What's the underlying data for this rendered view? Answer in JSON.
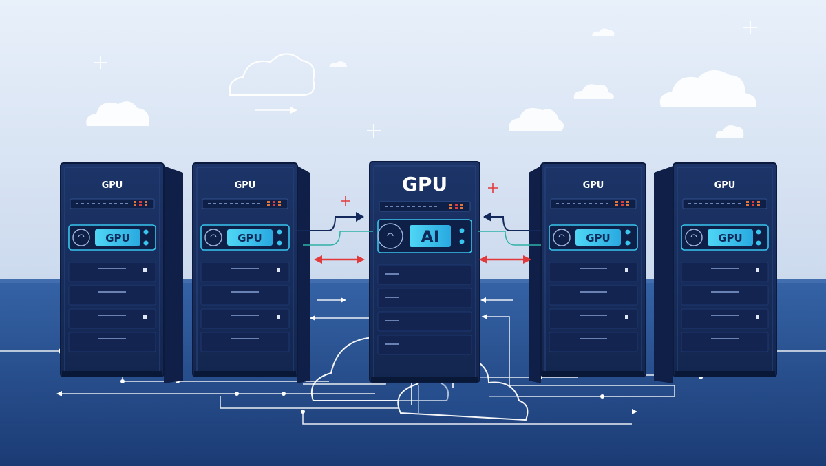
{
  "servers": [
    {
      "top_label": "GPU",
      "panel_label": "GPU"
    },
    {
      "top_label": "GPU",
      "panel_label": "GPU"
    },
    {
      "top_label": "GPU",
      "panel_label": "AI"
    },
    {
      "top_label": "GPU",
      "panel_label": "GPU"
    },
    {
      "top_label": "GPU",
      "panel_label": "GPU"
    }
  ],
  "colors": {
    "sky_top": "#e6eef9",
    "sky_bottom": "#cfdcef",
    "floor_top": "#2f5b9c",
    "floor_bottom": "#1a3a73",
    "rack_body": "#15295a",
    "rack_side": "#0f1f47",
    "panel_accent": "#38c5ee",
    "arrow_red": "#e23a3a",
    "arrow_navy": "#13295b",
    "line_white": "#ffffff"
  },
  "icons": [
    "cloud-icon",
    "sparkle-icon",
    "fan-icon",
    "led-indicator-icon",
    "network-arrow-icon"
  ]
}
